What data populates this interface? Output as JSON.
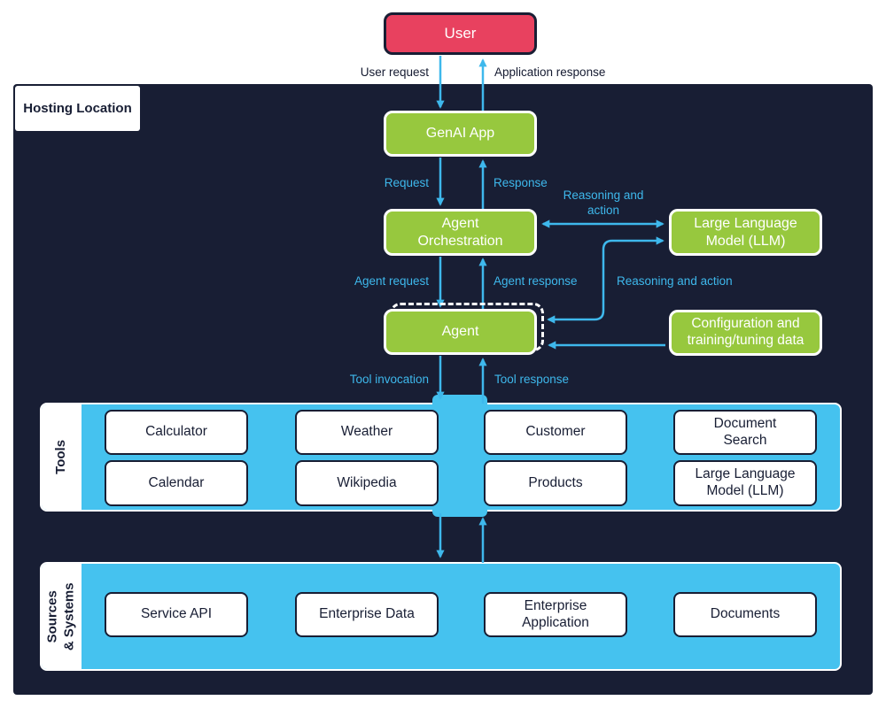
{
  "diagram": {
    "hosting_label": "Hosting Location",
    "nodes": {
      "user": "User",
      "genai_app": "GenAI App",
      "agent_orchestration": "Agent Orchestration",
      "llm": "Large Language Model (LLM)",
      "agent": "Agent",
      "config": "Configuration and training/tuning data"
    },
    "edge_labels": {
      "user_request": "User request",
      "application_response": "Application response",
      "request": "Request",
      "response": "Response",
      "reasoning_top": "Reasoning and action",
      "agent_request": "Agent request",
      "agent_response": "Agent response",
      "reasoning_side": "Reasoning and action",
      "tool_invocation": "Tool invocation",
      "tool_response": "Tool response"
    },
    "tools_band": {
      "label": "Tools",
      "items": [
        "Calculator",
        "Weather",
        "Customer",
        "Document Search",
        "Calendar",
        "Wikipedia",
        "Products",
        "Large Language Model (LLM)"
      ]
    },
    "sources_band": {
      "label_lines": [
        "Sources",
        "& Systems"
      ],
      "items": [
        "Service API",
        "Enterprise Data",
        "Enterprise Application",
        "Documents"
      ]
    },
    "colors": {
      "container_navy": "#181E34",
      "node_green": "#97C83E",
      "node_red": "#E8415F",
      "band_blue": "#45C2EF",
      "arrow_blue": "#3EB8EC"
    }
  }
}
